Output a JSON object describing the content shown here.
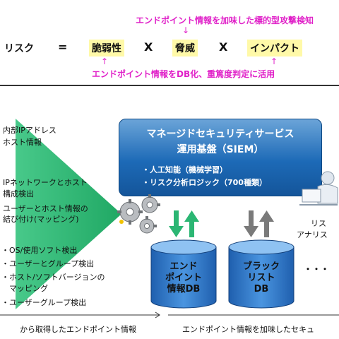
{
  "formula": {
    "top_note": "エンドポイント情報を加味した標的型攻撃検知",
    "risk": "リスク",
    "equals": "=",
    "term1": "脆弱性",
    "times1": "X",
    "term2": "脅威",
    "times2": "X",
    "term3": "インパクト",
    "bottom_note": "エンドポイント情報をDB化、重篤度判定に活用",
    "arrow_down": "↓",
    "arrow_up": "↑"
  },
  "left_items": [
    "内部IPアドレス",
    "ホスト情報",
    "IPネットワークとホスト",
    "構成検出",
    "ユーザーとホスト情報の",
    "結び付け(マッピング)",
    "・OS/使用ソフト検出",
    "・ユーザーとグループ検出",
    "・ホスト/ソフトバージョンの",
    "　マッピング",
    "・ユーザーグループ検出"
  ],
  "siem": {
    "title_line1": "マネージドセキュリティサービス",
    "title_line2": "運用基盤（SIEM）",
    "item1": "・人工知能（機械学習）",
    "item2": "・リスク分析ロジック（700種類）"
  },
  "db1": {
    "line1": "エンド",
    "line2": "ポイント",
    "line3": "情報DB"
  },
  "db2": {
    "line1": "ブラック",
    "line2": "リスト",
    "line3": "DB"
  },
  "ellipsis": "・・・",
  "analyst": {
    "line1": "リス",
    "line2": "アナリス"
  },
  "bottom": {
    "left": "から取得したエンドポイント情報",
    "right": "エンドポイント情報を加味したセキュ"
  },
  "colors": {
    "accent_pink": "#e020c8",
    "highlight_yellow": "#fff9a8",
    "siem_blue": "#1d6ab7",
    "arrow_green": "#2bb673",
    "arrow_gray": "#7a7a7a",
    "db_blue": "#2f7bd0"
  }
}
